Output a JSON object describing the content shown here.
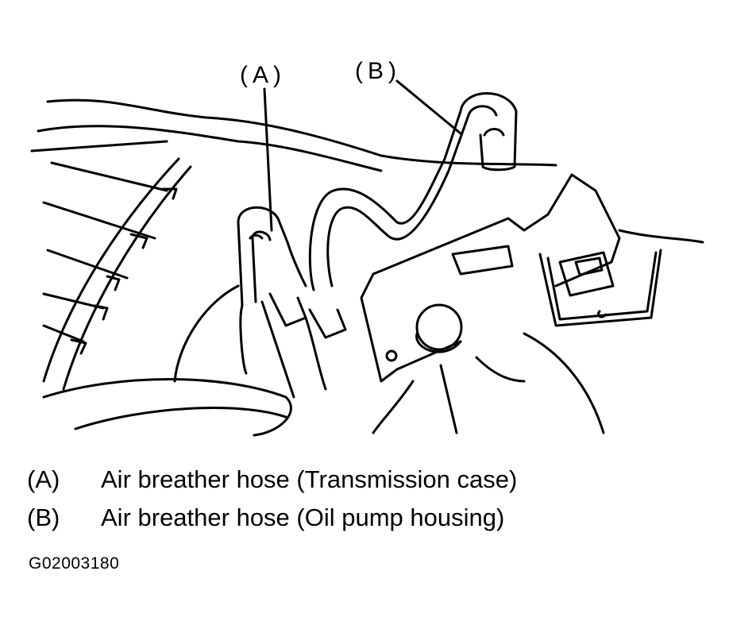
{
  "figure": {
    "callouts": {
      "a": "(A)",
      "b": "(B)"
    }
  },
  "legend": [
    {
      "key": "(A)",
      "text": "Air breather hose (Transmission case)"
    },
    {
      "key": "(B)",
      "text": "Air breather hose (Oil pump housing)"
    }
  ],
  "figure_code": "G02003180",
  "colors": {
    "line": "#000000",
    "background": "#ffffff"
  }
}
